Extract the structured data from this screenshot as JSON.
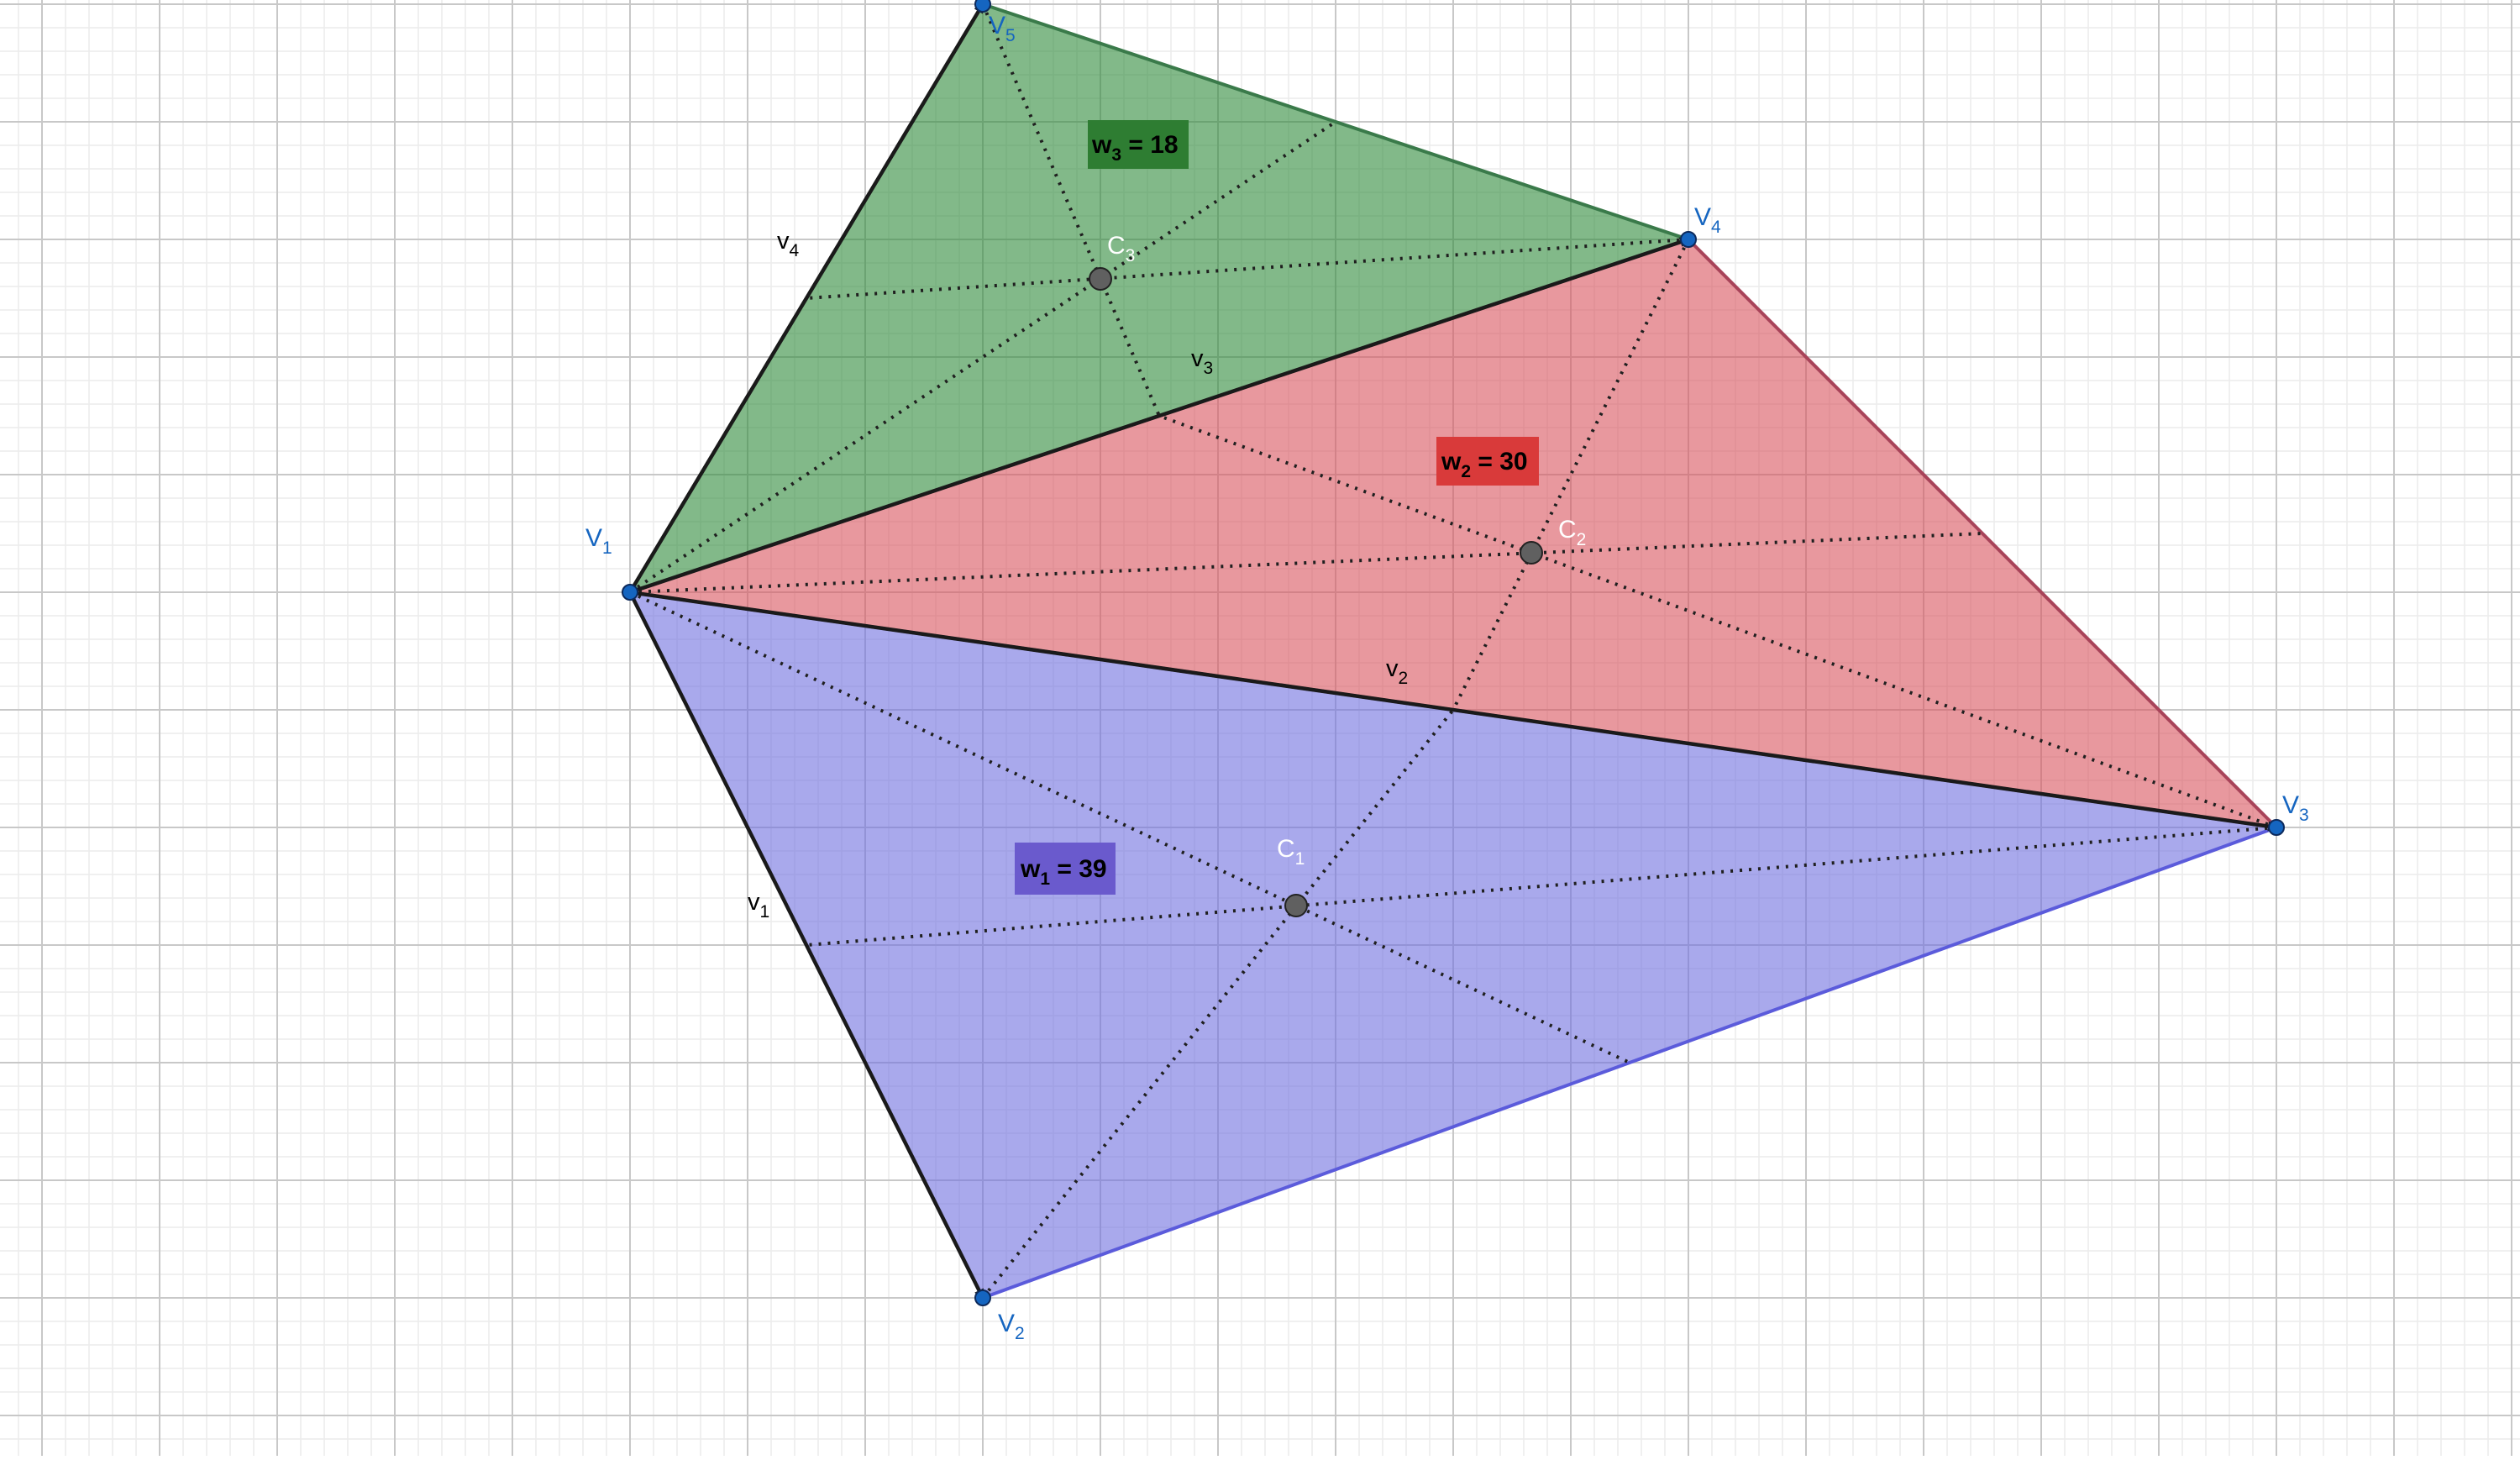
{
  "labels": {
    "points": [
      {
        "base": "V",
        "sub": "1"
      },
      {
        "base": "V",
        "sub": "2"
      },
      {
        "base": "V",
        "sub": "3"
      },
      {
        "base": "V",
        "sub": "4"
      },
      {
        "base": "V",
        "sub": "5"
      }
    ],
    "vectors": [
      {
        "base": "v",
        "sub": "1"
      },
      {
        "base": "v",
        "sub": "2"
      },
      {
        "base": "v",
        "sub": "3"
      },
      {
        "base": "v",
        "sub": "4"
      }
    ],
    "centroids": [
      {
        "base": "C",
        "sub": "1"
      },
      {
        "base": "C",
        "sub": "2"
      },
      {
        "base": "C",
        "sub": "3"
      }
    ],
    "weights": [
      {
        "base": "w",
        "sub": "1",
        "rest": " = 39",
        "value": 39
      },
      {
        "base": "w",
        "sub": "2",
        "rest": " = 30",
        "value": 30
      },
      {
        "base": "w",
        "sub": "3",
        "rest": " = 18",
        "value": 18
      }
    ]
  },
  "colors": {
    "triangle_1": "#6f6fe0",
    "triangle_2": "#d9545e",
    "triangle_3": "#2e8b3a",
    "triangle_1_edge": "#5b5bdb",
    "triangle_2_edge": "#a8445a",
    "triangle_3_edge": "#3a7a4a",
    "point": "#1565c0",
    "point_label": "#1565c0",
    "centroid": "#606060",
    "vector": "#1a1a1a",
    "grid_major": "#c8c8c8",
    "grid_minor": "#ececec",
    "badge_1": "#6a5acd",
    "badge_2": "#d93a3a",
    "badge_3": "#2e7d32"
  }
}
